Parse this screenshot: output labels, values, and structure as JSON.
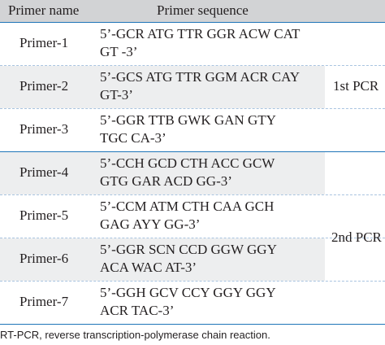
{
  "header": {
    "col_name": "Primer name",
    "col_sequence": "Primer sequence"
  },
  "rows": [
    {
      "name": "Primer-1",
      "seq_line1": "5’-GCR ATG TTR GGR ACW CAT",
      "seq_line2": "GT -3’"
    },
    {
      "name": "Primer-2",
      "seq_line1": "5’-GCS ATG TTR GGM ACR CAY",
      "seq_line2": "GT-3’"
    },
    {
      "name": "Primer-3",
      "seq_line1": "5’-GGR TTB GWK GAN GTY",
      "seq_line2": "TGC CA-3’"
    },
    {
      "name": "Primer-4",
      "seq_line1": "5’-CCH GCD CTH ACC GCW",
      "seq_line2": "GTG GAR ACD GG-3’"
    },
    {
      "name": "Primer-5",
      "seq_line1": "5’-CCM ATM CTH CAA GCH",
      "seq_line2": "GAG AYY GG-3’"
    },
    {
      "name": "Primer-6",
      "seq_line1": "5’-GGR SCN CCD GGW GGY",
      "seq_line2": "ACA WAC AT-3’"
    },
    {
      "name": "Primer-7",
      "seq_line1": "5’-GGH GCV CCY GGY GGY",
      "seq_line2": "ACR TAC-3’"
    }
  ],
  "groups": {
    "first": "1st PCR",
    "second": "2nd PCR"
  },
  "footnote": "RT-PCR, reverse transcription-polymerase chain reaction."
}
